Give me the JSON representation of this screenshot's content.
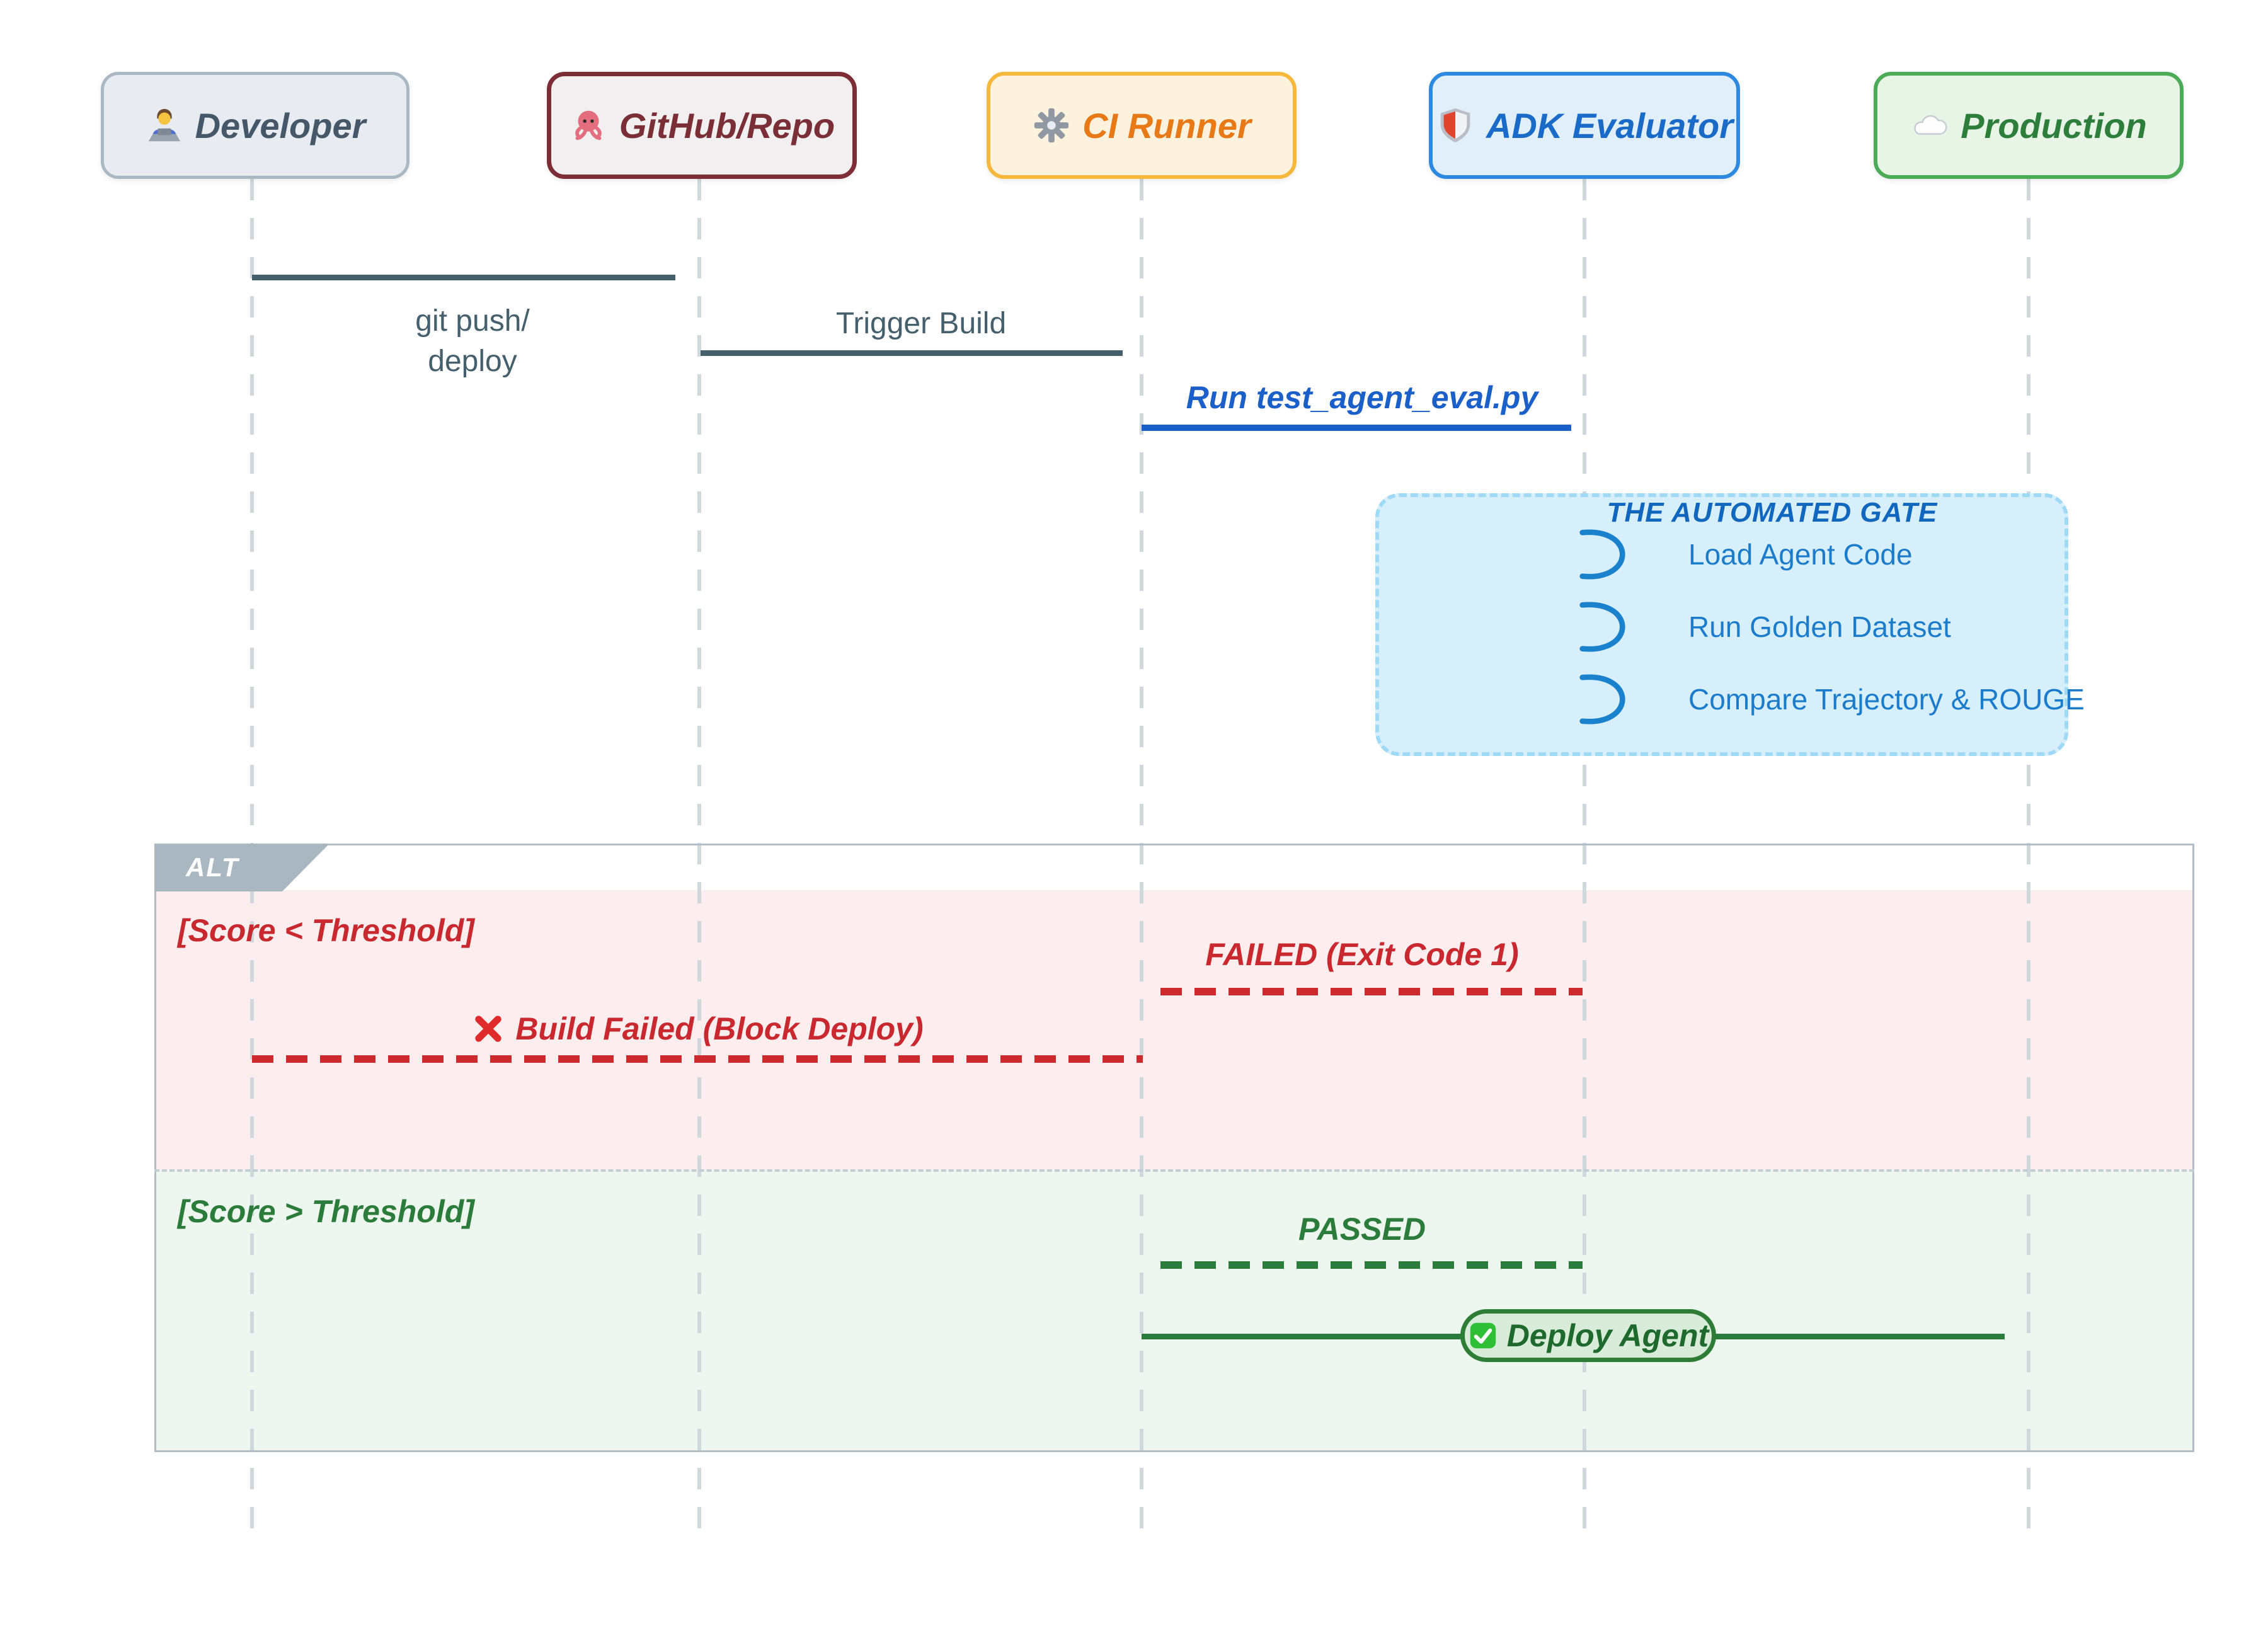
{
  "actors": [
    {
      "label": "Developer",
      "icon": "technologist",
      "text_color": "#44586a",
      "bg": "#e8ecf0",
      "border": "#a9b8c3"
    },
    {
      "label": "GitHub/Repo",
      "icon": "octopus",
      "text_color": "#7a2f36",
      "bg": "#f1efef",
      "border": "#7c2d35"
    },
    {
      "label": "CI Runner",
      "icon": "gear",
      "text_color": "#e87917",
      "bg": "#fdf2dd",
      "border": "#f5b83d"
    },
    {
      "label": "ADK Evaluator",
      "icon": "shield",
      "text_color": "#1a6ac7",
      "bg": "#e0effa",
      "border": "#2e89e0"
    },
    {
      "label": "Production",
      "icon": "cloud",
      "text_color": "#2d7e3a",
      "bg": "#e7f4e6",
      "border": "#4cab57"
    }
  ],
  "messages": {
    "git_push": {
      "text": "git push/\ndeploy",
      "from": "Developer",
      "to": "GitHub/Repo",
      "color": "#45606c"
    },
    "trigger_build": {
      "text": "Trigger Build",
      "from": "GitHub/Repo",
      "to": "CI Runner",
      "color": "#45606c"
    },
    "run_eval": {
      "text": "Run test_agent_eval.py",
      "from": "CI Runner",
      "to": "ADK Evaluator",
      "color": "#1b5fc9"
    }
  },
  "note": {
    "title": "THE AUTOMATED GATE",
    "items": [
      "Load Agent Code",
      "Run Golden Dataset",
      "Compare Trajectory & ROUGE"
    ],
    "bg": "#d7eefb",
    "border": "#9ed9f6",
    "title_color": "#1167bd",
    "item_color": "#1b7ccb"
  },
  "alt": {
    "label": "ALT",
    "branches": [
      {
        "condition": "[Score < Threshold]",
        "color": "#c8292e",
        "bg": "#fcedee",
        "messages": [
          "FAILED (Exit Code 1)",
          "Build Failed (Block Deploy)"
        ]
      },
      {
        "condition": "[Score > Threshold]",
        "color": "#2b7c3a",
        "bg": "#edf6ef",
        "messages": [
          "PASSED",
          "Deploy Agent"
        ]
      }
    ]
  }
}
